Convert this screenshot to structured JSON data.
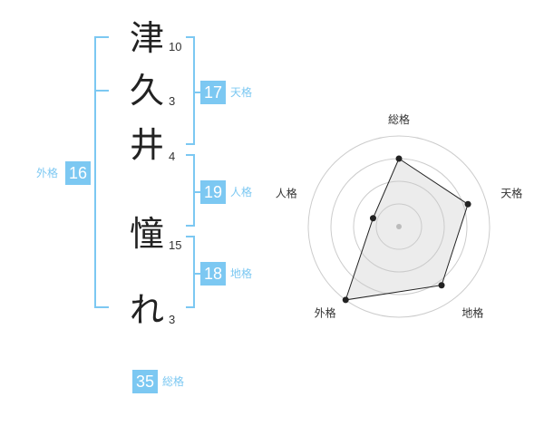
{
  "name_chars": [
    {
      "char": "津",
      "strokes": "10"
    },
    {
      "char": "久",
      "strokes": "3"
    },
    {
      "char": "井",
      "strokes": "4"
    },
    {
      "char": "憧",
      "strokes": "15"
    },
    {
      "char": "れ",
      "strokes": "3"
    }
  ],
  "gaikaku": {
    "value": "16",
    "label": "外格"
  },
  "tenkaku": {
    "value": "17",
    "label": "天格"
  },
  "jinkaku": {
    "value": "19",
    "label": "人格"
  },
  "chikaku": {
    "value": "18",
    "label": "地格"
  },
  "soukaku": {
    "value": "35",
    "label": "総格"
  },
  "colors": {
    "accent": "#7cc8f2",
    "text": "#222222"
  },
  "chart_data": {
    "type": "radar",
    "axes": [
      "総格",
      "天格",
      "地格",
      "外格",
      "人格"
    ],
    "values": [
      0.75,
      0.8,
      0.8,
      1.0,
      0.3
    ],
    "range": [
      0,
      1
    ],
    "rings": 4
  }
}
